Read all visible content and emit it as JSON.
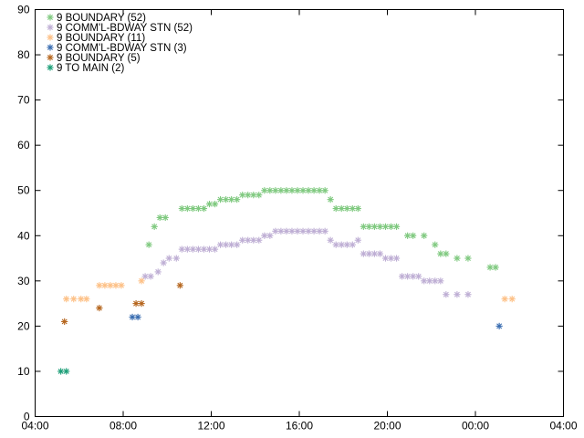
{
  "chart_data": {
    "type": "scatter",
    "title": "",
    "xlabel": "",
    "ylabel": "",
    "x_axis": {
      "min": "04:00",
      "max": "04:00 (+1 day)",
      "ticks": [
        "04:00",
        "08:00",
        "12:00",
        "16:00",
        "20:00",
        "00:00",
        "04:00"
      ]
    },
    "y_axis": {
      "min": 0,
      "max": 90,
      "ticks": [
        0,
        10,
        20,
        30,
        40,
        50,
        60,
        70,
        80,
        90
      ]
    },
    "grid": false,
    "legend_position": "top-left",
    "marker": "asterisk",
    "series": [
      {
        "name": "9 BOUNDARY (52)",
        "color": "#7fc97f",
        "points": [
          [
            "09:10",
            38
          ],
          [
            "09:25",
            42
          ],
          [
            "09:40",
            44
          ],
          [
            "09:55",
            44
          ],
          [
            "10:40",
            46
          ],
          [
            "10:55",
            46
          ],
          [
            "11:10",
            46
          ],
          [
            "11:25",
            46
          ],
          [
            "11:40",
            46
          ],
          [
            "11:55",
            47
          ],
          [
            "12:10",
            47
          ],
          [
            "12:25",
            48
          ],
          [
            "12:40",
            48
          ],
          [
            "12:55",
            48
          ],
          [
            "13:10",
            48
          ],
          [
            "13:25",
            49
          ],
          [
            "13:40",
            49
          ],
          [
            "13:55",
            49
          ],
          [
            "14:10",
            49
          ],
          [
            "14:25",
            50
          ],
          [
            "14:40",
            50
          ],
          [
            "14:55",
            50
          ],
          [
            "15:10",
            50
          ],
          [
            "15:25",
            50
          ],
          [
            "15:40",
            50
          ],
          [
            "15:55",
            50
          ],
          [
            "16:10",
            50
          ],
          [
            "16:25",
            50
          ],
          [
            "16:40",
            50
          ],
          [
            "16:55",
            50
          ],
          [
            "17:10",
            50
          ],
          [
            "17:25",
            48
          ],
          [
            "17:40",
            46
          ],
          [
            "17:55",
            46
          ],
          [
            "18:10",
            46
          ],
          [
            "18:25",
            46
          ],
          [
            "18:40",
            46
          ],
          [
            "18:55",
            42
          ],
          [
            "19:10",
            42
          ],
          [
            "19:25",
            42
          ],
          [
            "19:40",
            42
          ],
          [
            "19:55",
            42
          ],
          [
            "20:10",
            42
          ],
          [
            "20:25",
            42
          ],
          [
            "20:55",
            40
          ],
          [
            "21:10",
            40
          ],
          [
            "21:40",
            40
          ],
          [
            "22:10",
            38
          ],
          [
            "22:25",
            36
          ],
          [
            "22:40",
            36
          ],
          [
            "23:10",
            35
          ],
          [
            "23:40",
            35
          ],
          [
            "00:40",
            33
          ],
          [
            "00:55",
            33
          ]
        ]
      },
      {
        "name": "9 COMM'L-BDWAY STN (52)",
        "color": "#beaed4",
        "points": [
          [
            "09:00",
            31
          ],
          [
            "09:15",
            31
          ],
          [
            "09:35",
            32
          ],
          [
            "09:50",
            34
          ],
          [
            "10:05",
            35
          ],
          [
            "10:25",
            35
          ],
          [
            "10:40",
            37
          ],
          [
            "10:55",
            37
          ],
          [
            "11:10",
            37
          ],
          [
            "11:25",
            37
          ],
          [
            "11:40",
            37
          ],
          [
            "11:55",
            37
          ],
          [
            "12:10",
            37
          ],
          [
            "12:25",
            38
          ],
          [
            "12:40",
            38
          ],
          [
            "12:55",
            38
          ],
          [
            "13:10",
            38
          ],
          [
            "13:25",
            39
          ],
          [
            "13:40",
            39
          ],
          [
            "13:55",
            39
          ],
          [
            "14:10",
            39
          ],
          [
            "14:25",
            40
          ],
          [
            "14:40",
            40
          ],
          [
            "14:55",
            41
          ],
          [
            "15:10",
            41
          ],
          [
            "15:25",
            41
          ],
          [
            "15:40",
            41
          ],
          [
            "15:55",
            41
          ],
          [
            "16:10",
            41
          ],
          [
            "16:25",
            41
          ],
          [
            "16:40",
            41
          ],
          [
            "16:55",
            41
          ],
          [
            "17:10",
            41
          ],
          [
            "17:25",
            39
          ],
          [
            "17:40",
            38
          ],
          [
            "17:55",
            38
          ],
          [
            "18:10",
            38
          ],
          [
            "18:25",
            38
          ],
          [
            "18:40",
            39
          ],
          [
            "18:55",
            36
          ],
          [
            "19:10",
            36
          ],
          [
            "19:25",
            36
          ],
          [
            "19:40",
            36
          ],
          [
            "19:55",
            35
          ],
          [
            "20:10",
            35
          ],
          [
            "20:25",
            35
          ],
          [
            "20:40",
            31
          ],
          [
            "20:55",
            31
          ],
          [
            "21:10",
            31
          ],
          [
            "21:25",
            31
          ],
          [
            "21:40",
            30
          ],
          [
            "21:55",
            30
          ],
          [
            "22:10",
            30
          ],
          [
            "22:25",
            30
          ],
          [
            "22:40",
            27
          ],
          [
            "23:10",
            27
          ],
          [
            "23:40",
            27
          ]
        ]
      },
      {
        "name": "9 BOUNDARY (11)",
        "color": "#fdc086",
        "points": [
          [
            "05:25",
            26
          ],
          [
            "05:45",
            26
          ],
          [
            "06:05",
            26
          ],
          [
            "06:20",
            26
          ],
          [
            "06:55",
            29
          ],
          [
            "07:10",
            29
          ],
          [
            "07:25",
            29
          ],
          [
            "07:40",
            29
          ],
          [
            "07:55",
            29
          ],
          [
            "08:50",
            30
          ],
          [
            "01:20",
            26
          ],
          [
            "01:40",
            26
          ]
        ]
      },
      {
        "name": "9 COMM'L-BDWAY STN (3)",
        "color": "#386cb0",
        "points": [
          [
            "08:25",
            22
          ],
          [
            "08:40",
            22
          ],
          [
            "01:05",
            20
          ]
        ]
      },
      {
        "name": "9 BOUNDARY (5)",
        "color": "#b5651d",
        "points": [
          [
            "05:20",
            21
          ],
          [
            "06:55",
            24
          ],
          [
            "08:35",
            25
          ],
          [
            "08:50",
            25
          ],
          [
            "10:35",
            29
          ]
        ]
      },
      {
        "name": "9 TO MAIN (2)",
        "color": "#1b9e77",
        "points": [
          [
            "05:10",
            10
          ],
          [
            "05:25",
            10
          ]
        ]
      }
    ]
  }
}
